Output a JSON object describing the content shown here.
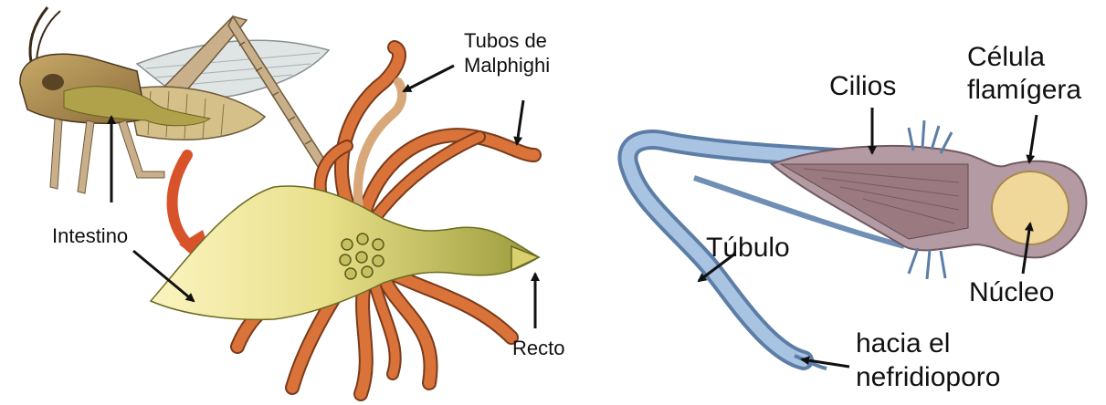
{
  "left_panel": {
    "labels": {
      "tubes_line1": "Tubos de",
      "tubes_line2": "Malphighi",
      "intestine": "Intestino",
      "rectum": "Recto"
    }
  },
  "right_panel": {
    "labels": {
      "cilia": "Cilios",
      "flame_cell_line1": "Célula",
      "flame_cell_line2": "flamígera",
      "tubule": "Túbulo",
      "nucleus": "Núcleo",
      "nephridiopore_line1": "hacia el",
      "nephridiopore_line2": "nefridioporo"
    }
  },
  "colors": {
    "malpighian_tube": "#d9733a",
    "gut": "#b5b04a",
    "tubule": "#8aaed6",
    "flame_cell": "#b49aa2",
    "nucleus": "#f0d89a",
    "pointer_arrow": "#d8532a"
  }
}
